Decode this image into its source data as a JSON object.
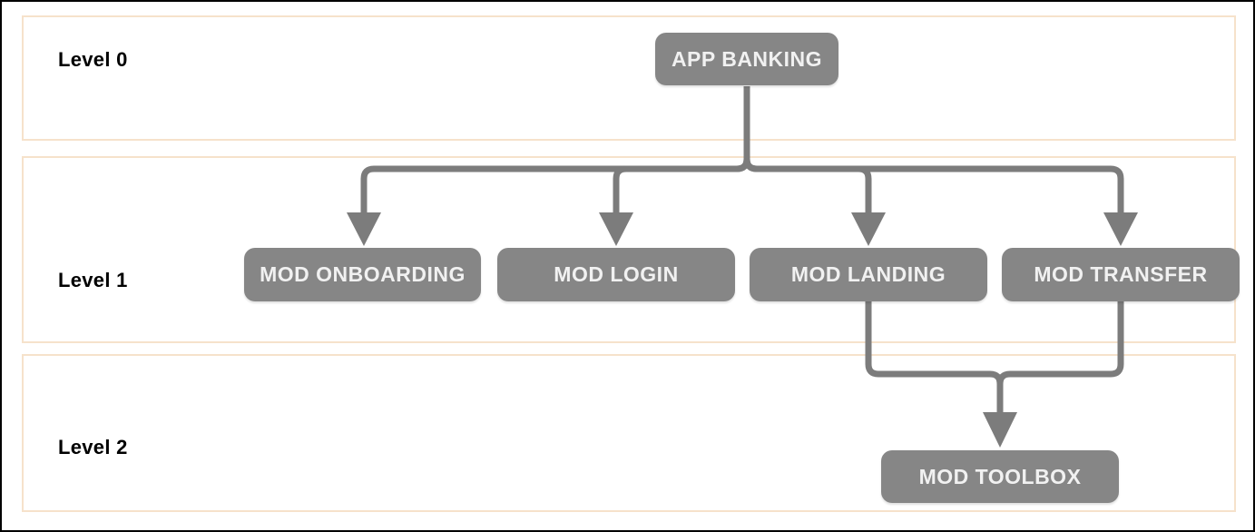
{
  "diagram": {
    "type": "hierarchy",
    "levels": [
      {
        "label": "Level 0"
      },
      {
        "label": "Level 1"
      },
      {
        "label": "Level 2"
      }
    ],
    "nodes": [
      {
        "id": "app-banking",
        "label": "APP BANKING",
        "level": 0
      },
      {
        "id": "mod-onboarding",
        "label": "MOD ONBOARDING",
        "level": 1
      },
      {
        "id": "mod-login",
        "label": "MOD LOGIN",
        "level": 1
      },
      {
        "id": "mod-landing",
        "label": "MOD LANDING",
        "level": 1
      },
      {
        "id": "mod-transfer",
        "label": "MOD TRANSFER",
        "level": 1
      },
      {
        "id": "mod-toolbox",
        "label": "MOD TOOLBOX",
        "level": 2
      }
    ],
    "edges": [
      {
        "from": "app-banking",
        "to": "mod-onboarding"
      },
      {
        "from": "app-banking",
        "to": "mod-login"
      },
      {
        "from": "app-banking",
        "to": "mod-landing"
      },
      {
        "from": "app-banking",
        "to": "mod-transfer"
      },
      {
        "from": "mod-landing",
        "to": "mod-toolbox"
      },
      {
        "from": "mod-transfer",
        "to": "mod-toolbox"
      }
    ]
  },
  "colors": {
    "node_fill": "#868686",
    "node_text": "#F1F1F1",
    "connector": "#7C7C7C",
    "band_border": "#F6E2CB",
    "frame_border": "#000000",
    "label_text": "#000000",
    "background": "#FFFFFF"
  }
}
